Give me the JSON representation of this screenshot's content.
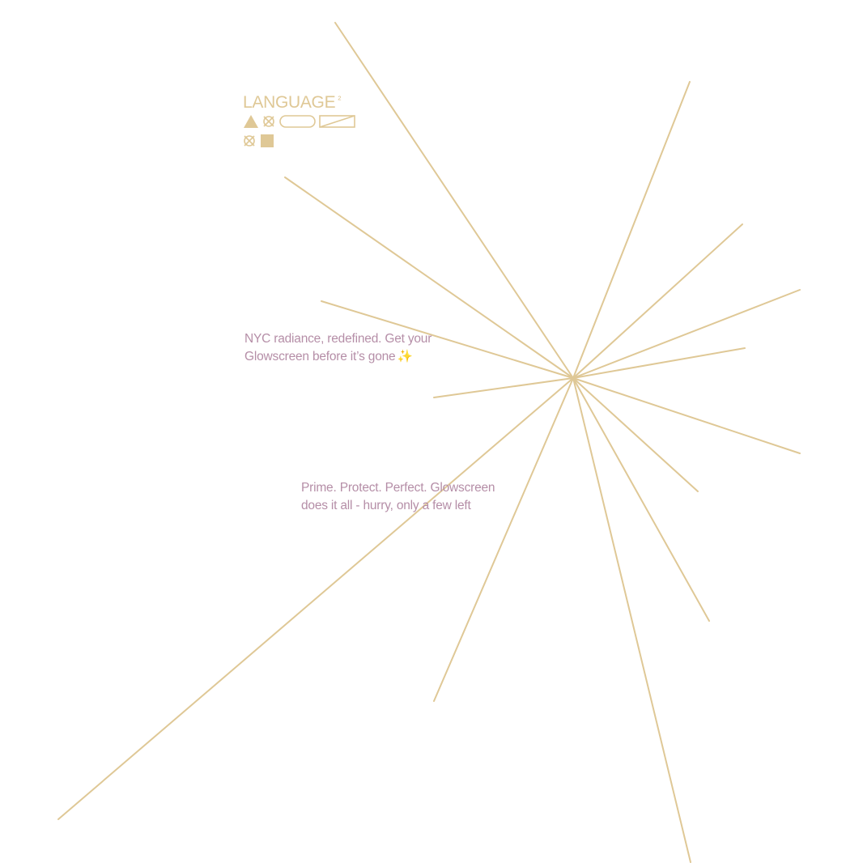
{
  "brand": {
    "name": "LANGUAGE",
    "superscript": "²"
  },
  "messages": [
    {
      "line1": "NYC radiance, redefined. Get your",
      "line2": "Glowscreen before it’s gone",
      "emoji": "✨"
    },
    {
      "line1": "Prime. Protect. Perfect. Glowscreen",
      "line2": "does it all - hurry, only a few left"
    }
  ],
  "colors": {
    "gold": "#dfc896",
    "mauve": "#b58ea7",
    "sparkle": "#f4e4a8",
    "background": "#ffffff"
  },
  "icons": [
    "starburst-rays",
    "triangle-icon",
    "crossed-circle-icon",
    "pill-icon",
    "slashed-rectangle-icon",
    "square-icon"
  ]
}
